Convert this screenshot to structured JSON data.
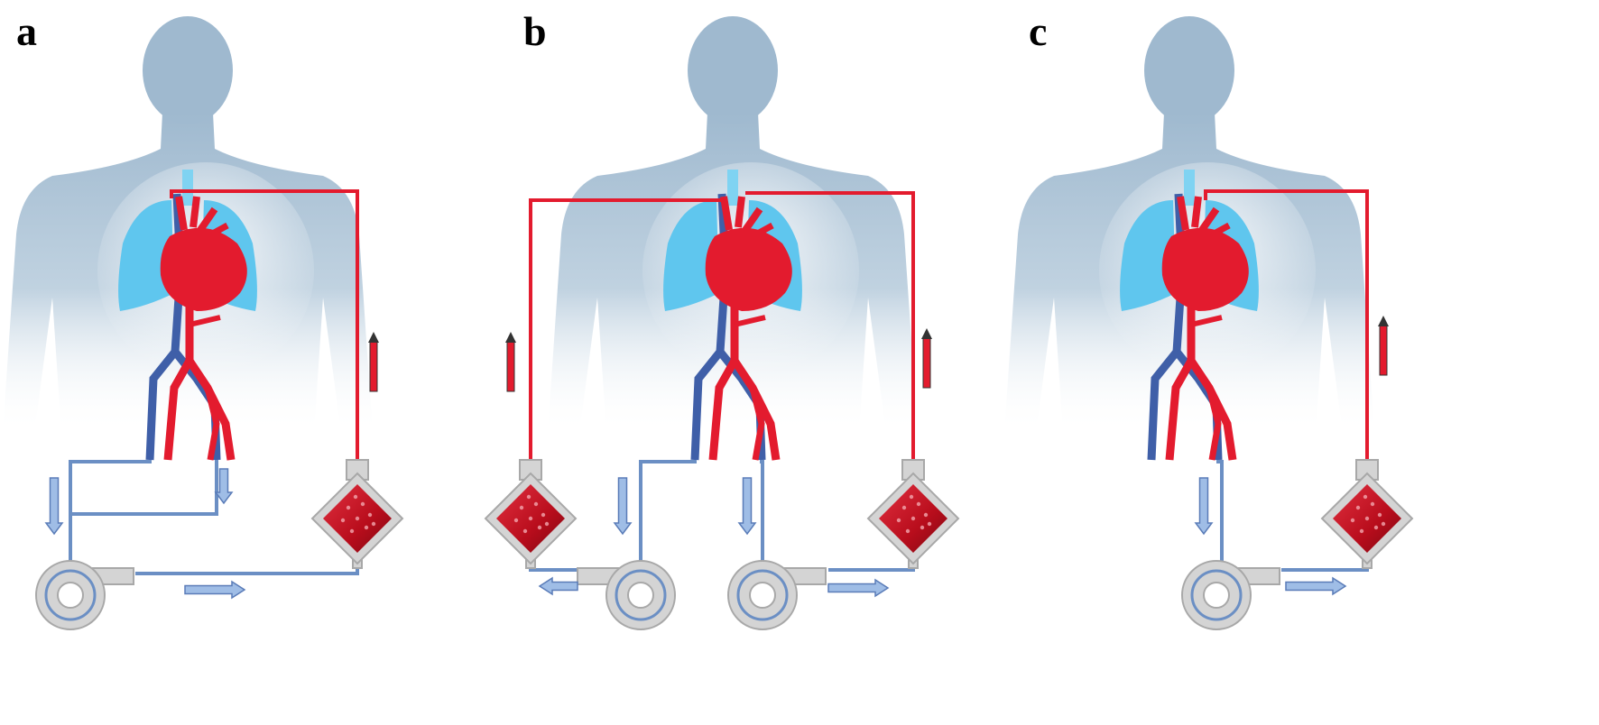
{
  "figure": {
    "panels": [
      {
        "label": "a"
      },
      {
        "label": "b"
      },
      {
        "label": "c"
      }
    ]
  },
  "colors": {
    "body_silhouette": "#9fb9cf",
    "lungs": "#5fc6ee",
    "trachea": "#7fd3f2",
    "arterial": "#e31b2e",
    "venous": "#3f5fa8",
    "circuit_tube": "#6b8fc4",
    "arrow_fill": "#9fbde6",
    "arrow_stroke": "#5a7cb8",
    "device_body": "#d4d4d4",
    "device_stroke": "#a8a8a8",
    "oxygenator_core": "#c2101f"
  },
  "icons": [
    "human-silhouette-icon",
    "heart-icon",
    "lungs-icon",
    "pump-icon",
    "oxygenator-icon",
    "flow-arrow-icon"
  ]
}
